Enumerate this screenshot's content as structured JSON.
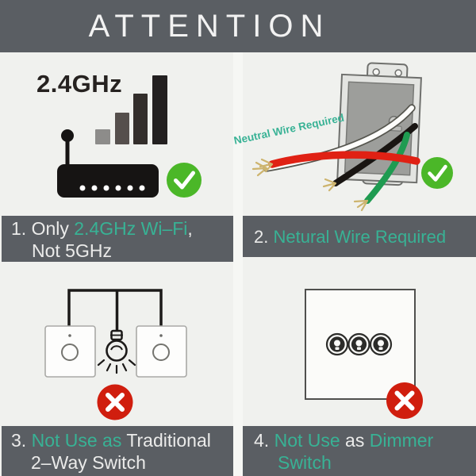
{
  "header": {
    "title": "ATTENTION"
  },
  "colors": {
    "header_bg": "#5a5e63",
    "caption_bg": "#5a5e63",
    "teal_highlight": "#38b295",
    "check_green": "#4bb728",
    "cross_red": "#d01e0e",
    "panel_bg": "#f0f1ee"
  },
  "panels": {
    "p1": {
      "wifi_label": "2.4GHz",
      "status": "allowed",
      "icons": [
        "signal-bars-icon",
        "router-icon",
        "check-icon"
      ]
    },
    "p2": {
      "wire_label": "Neutral Wire Required",
      "status": "allowed",
      "icons": [
        "wall-box-icon",
        "check-icon"
      ]
    },
    "p3": {
      "status": "not-allowed",
      "icons": [
        "touch-switch-icon",
        "bulb-icon",
        "cross-icon"
      ]
    },
    "p4": {
      "status": "not-allowed",
      "icons": [
        "triple-switch-icon",
        "cross-icon"
      ]
    }
  },
  "captions": {
    "c1": {
      "prefix": "1. Only ",
      "highlight": "2.4GHz Wi–Fi",
      "suffix": ",",
      "line2": "Not 5GHz"
    },
    "c2": {
      "prefix": "2. ",
      "highlight": "Netural Wire Required"
    },
    "c3": {
      "prefix": "3. ",
      "highlight": "Not Use as",
      "suffix": " Traditional",
      "line2": "2–Way Switch"
    },
    "c4": {
      "prefix": "4. ",
      "highlight": "Not Use",
      "mid": " as ",
      "highlight2": "Dimmer",
      "line2_highlight": "Switch"
    }
  }
}
